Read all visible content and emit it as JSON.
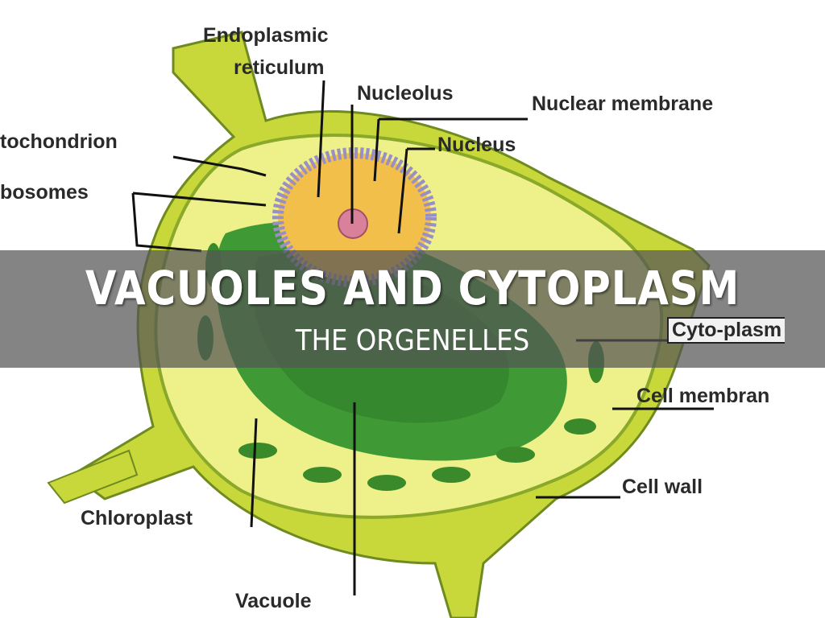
{
  "slide": {
    "title": "VACUOLES AND CYTOPLASM",
    "subtitle": "THE ORGENELLES"
  },
  "diagram": {
    "labels": {
      "endoplasmic": "Endoplasmic",
      "reticulum": "reticulum",
      "nucleolus": "Nucleolus",
      "nuclear_membrane": "Nuclear membrane",
      "mitochondrion": "tochondrion",
      "nucleus": "Nucleus",
      "ribosomes": "bosomes",
      "cytoplasm": "Cyto-plasm",
      "cell_membrane": "Cell membran",
      "cell_wall": "Cell wall",
      "chloroplast": "Chloroplast",
      "vacuole": "Vacuole"
    },
    "colors": {
      "cell_wall": "#c8d83a",
      "cytoplasm": "#eef08a",
      "vacuole": "#3f9a35",
      "nucleus": "#f2c04a",
      "nuclear_membrane": "#9a8fc4",
      "nucleolus": "#d9809a"
    }
  }
}
